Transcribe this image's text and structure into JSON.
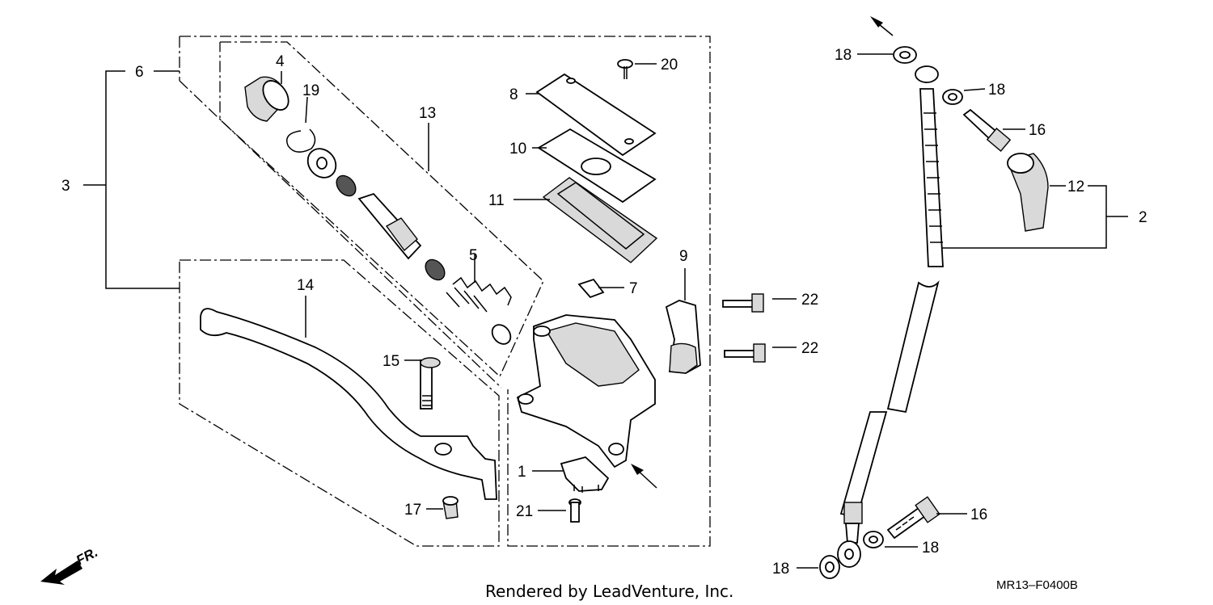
{
  "callouts": [
    {
      "id": "p1",
      "label": "1"
    },
    {
      "id": "p2",
      "label": "2"
    },
    {
      "id": "p3",
      "label": "3"
    },
    {
      "id": "p4",
      "label": "4"
    },
    {
      "id": "p5",
      "label": "5"
    },
    {
      "id": "p6",
      "label": "6"
    },
    {
      "id": "p7",
      "label": "7"
    },
    {
      "id": "p8",
      "label": "8"
    },
    {
      "id": "p9",
      "label": "9"
    },
    {
      "id": "p10",
      "label": "10"
    },
    {
      "id": "p11",
      "label": "11"
    },
    {
      "id": "p12",
      "label": "12"
    },
    {
      "id": "p13",
      "label": "13"
    },
    {
      "id": "p14",
      "label": "14"
    },
    {
      "id": "p15",
      "label": "15"
    },
    {
      "id": "p16a",
      "label": "16"
    },
    {
      "id": "p16b",
      "label": "16"
    },
    {
      "id": "p17",
      "label": "17"
    },
    {
      "id": "p18a",
      "label": "18"
    },
    {
      "id": "p18b",
      "label": "18"
    },
    {
      "id": "p18c",
      "label": "18"
    },
    {
      "id": "p18d",
      "label": "18"
    },
    {
      "id": "p19",
      "label": "19"
    },
    {
      "id": "p20",
      "label": "20"
    },
    {
      "id": "p21",
      "label": "21"
    },
    {
      "id": "p22a",
      "label": "22"
    },
    {
      "id": "p22b",
      "label": "22"
    }
  ],
  "front_marker": "FR.",
  "footer": {
    "credit": "Rendered by LeadVenture, Inc.",
    "diagram_code": "MR13–F0400B"
  }
}
